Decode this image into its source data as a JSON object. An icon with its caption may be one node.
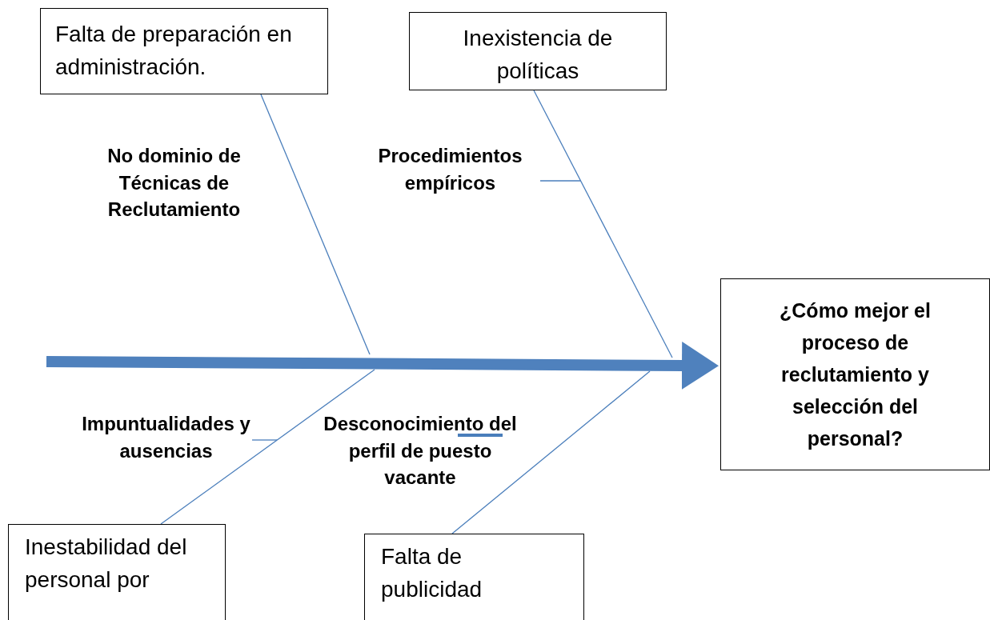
{
  "diagram": {
    "nodes": [
      {
        "text": [
          "Falta de preparación en administración."
        ]
      },
      {
        "text": [
          "Inexistencia de políticas"
        ]
      },
      {
        "text": [
          "No dominio de Técnicas de Reclutamiento"
        ]
      },
      {
        "text": [
          "Procedimientos empíricos"
        ]
      },
      {
        "text": [
          "¿Cómo mejor el proceso de reclutamiento y selección del personal?"
        ]
      },
      {
        "text": [
          "Impuntualidades y ausencias"
        ]
      },
      {
        "text": [
          "Desconocimiento del perfil de puesto vacante"
        ]
      },
      {
        "text": [
          "Inestabilidad del personal por"
        ]
      },
      {
        "text": [
          "Falta de publicidad"
        ]
      }
    ],
    "edges": [
      {
        "from": null,
        "to": 4,
        "arrow": "to",
        "style": "thick"
      },
      {
        "from": 0,
        "to": null,
        "arrow": "none"
      },
      {
        "from": 1,
        "to": null,
        "arrow": "none"
      },
      {
        "from": 3,
        "to": null,
        "arrow": "none"
      },
      {
        "from": 7,
        "to": null,
        "arrow": "none"
      },
      {
        "from": 5,
        "to": null,
        "arrow": "none"
      },
      {
        "from": 8,
        "to": null,
        "arrow": "none"
      }
    ]
  }
}
